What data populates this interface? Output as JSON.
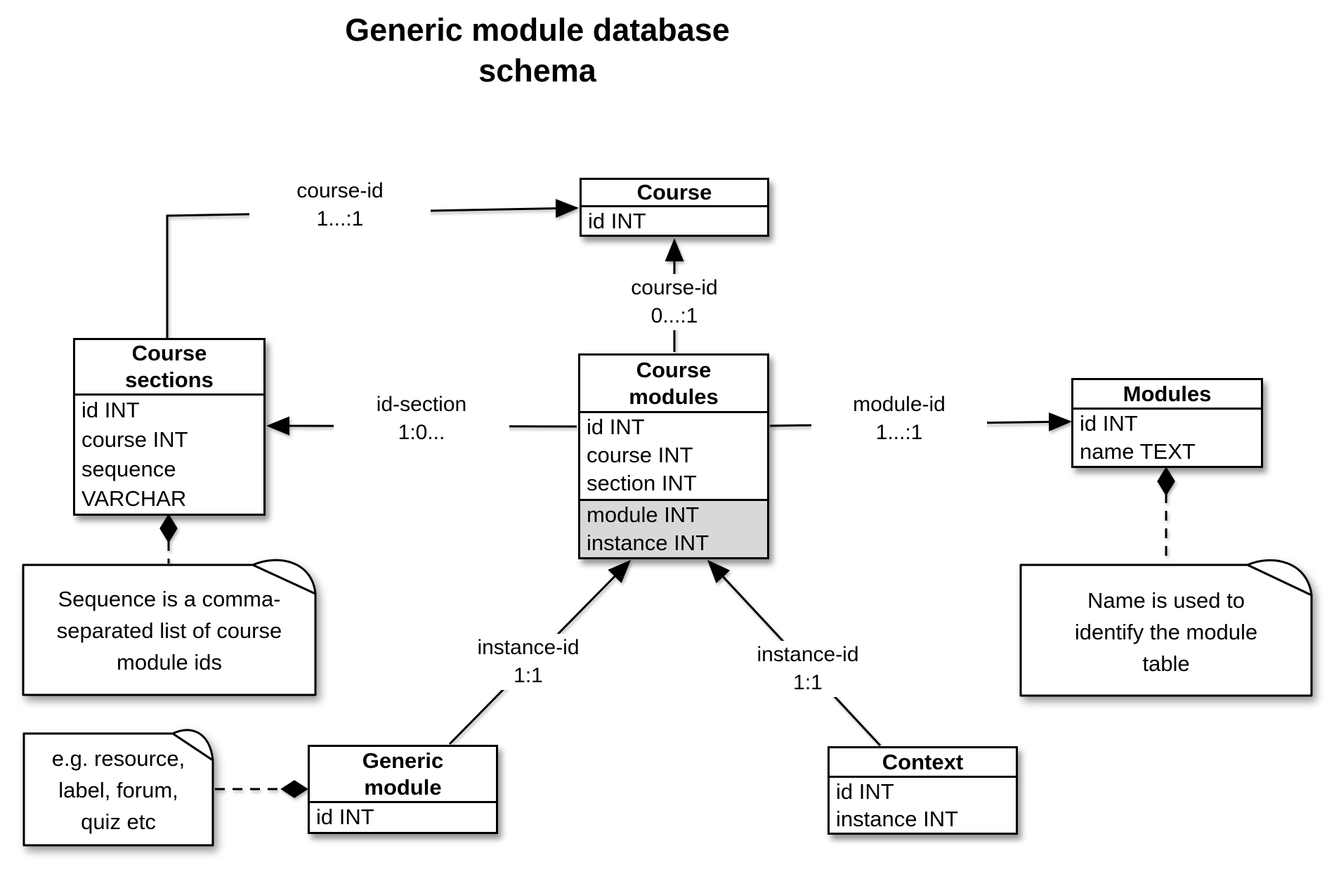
{
  "diagram": {
    "title_line1": "Generic module database",
    "title_line2": "schema",
    "highlight_color": "#d8d8d8"
  },
  "entities": {
    "course": {
      "name": "Course",
      "fields": [
        "id INT"
      ]
    },
    "course_sections": {
      "name": "Course sections",
      "fields": [
        "id INT",
        "course INT",
        "sequence VARCHAR"
      ]
    },
    "course_modules": {
      "name": "Course modules",
      "fields": [
        "id INT",
        "course INT",
        "section INT"
      ],
      "highlighted_fields": [
        "module INT",
        "instance INT"
      ]
    },
    "modules": {
      "name": "Modules",
      "fields": [
        "id INT",
        "name TEXT"
      ]
    },
    "generic_module": {
      "name": "Generic module",
      "fields": [
        "id INT"
      ]
    },
    "context": {
      "name": "Context",
      "fields": [
        "id INT",
        "instance INT"
      ]
    }
  },
  "relationships": [
    {
      "label": "course-id",
      "cardinality": "1...:1",
      "from": "Course sections",
      "to": "Course"
    },
    {
      "label": "course-id",
      "cardinality": "0...:1",
      "from": "Course modules",
      "to": "Course"
    },
    {
      "label": "id-section",
      "cardinality": "1:0...",
      "from": "Course modules",
      "to": "Course sections"
    },
    {
      "label": "module-id",
      "cardinality": "1...:1",
      "from": "Course modules",
      "to": "Modules"
    },
    {
      "label": "instance-id",
      "cardinality": "1:1",
      "from": "Generic module",
      "to": "Course modules"
    },
    {
      "label": "instance-id",
      "cardinality": "1:1",
      "from": "Context",
      "to": "Course modules"
    }
  ],
  "notes": [
    {
      "attached_to": "Course sections",
      "line1": "Sequence is a comma-",
      "line2": "separated list of course",
      "line3": "module ids"
    },
    {
      "attached_to": "Modules",
      "line1": "Name is used to",
      "line2": "identify the module",
      "line3": "table"
    },
    {
      "attached_to": "Generic module",
      "line1": "e.g. resource,",
      "line2": "label, forum,",
      "line3": "quiz etc"
    }
  ]
}
